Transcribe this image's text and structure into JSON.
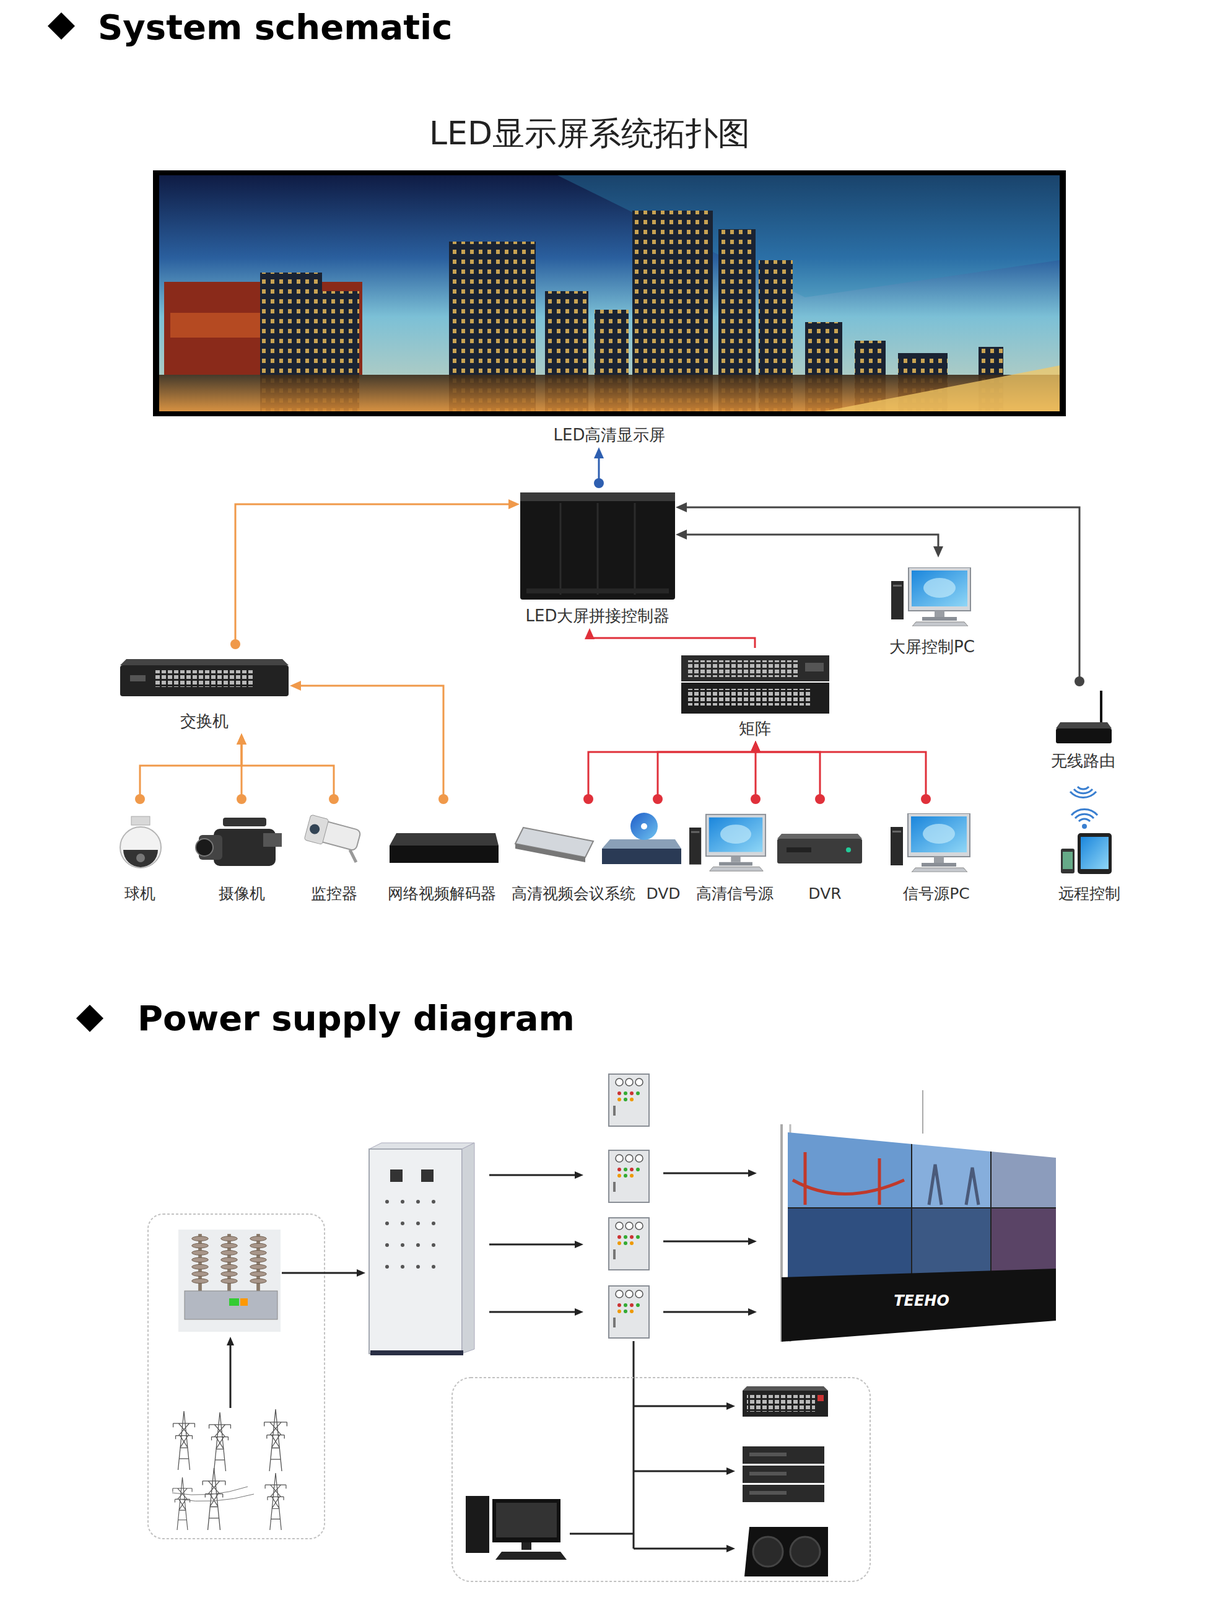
{
  "diagram": {
    "title": "LED显示屏系统拓扑图",
    "nodes": [
      {
        "text": [
          "LED高清显示屏"
        ]
      },
      {
        "text": [
          "LED大屏拼接控制器"
        ]
      },
      {
        "text": [
          "大屏控制PC"
        ]
      },
      {
        "text": [
          "交换机"
        ]
      },
      {
        "text": [
          "矩阵"
        ]
      },
      {
        "text": [
          "无线路由"
        ]
      },
      {
        "text": [
          "球机"
        ]
      },
      {
        "text": [
          "摄像机"
        ]
      },
      {
        "text": [
          "监控器"
        ]
      },
      {
        "text": [
          "网络视频解码器"
        ]
      },
      {
        "text": [
          "高清视频会议系统"
        ]
      },
      {
        "text": [
          "DVD"
        ]
      },
      {
        "text": [
          "高清信号源"
        ]
      },
      {
        "text": [
          "DVR"
        ]
      },
      {
        "text": [
          "信号源PC"
        ]
      },
      {
        "text": [
          "远程控制"
        ]
      }
    ],
    "edges": [
      {
        "from": 1,
        "to": 0,
        "arrow": "to"
      },
      {
        "from": 3,
        "to": 1,
        "arrow": "to"
      },
      {
        "from": 1,
        "to": 2,
        "arrow": "both"
      },
      {
        "from": 5,
        "to": 1,
        "arrow": "to"
      },
      {
        "from": 4,
        "to": 1,
        "arrow": "to"
      },
      {
        "from": 6,
        "to": 3,
        "arrow": "to"
      },
      {
        "from": 7,
        "to": 3,
        "arrow": "to"
      },
      {
        "from": 8,
        "to": 3,
        "arrow": "to"
      },
      {
        "from": 9,
        "to": 3,
        "arrow": "to"
      },
      {
        "from": 10,
        "to": 4,
        "arrow": "to"
      },
      {
        "from": 11,
        "to": 4,
        "arrow": "to"
      },
      {
        "from": 12,
        "to": 4,
        "arrow": "to"
      },
      {
        "from": 13,
        "to": 4,
        "arrow": "to"
      },
      {
        "from": 14,
        "to": 4,
        "arrow": "to"
      }
    ],
    "labels": [
      "System schematic",
      "Power supply diagram",
      "TEEHO"
    ]
  }
}
